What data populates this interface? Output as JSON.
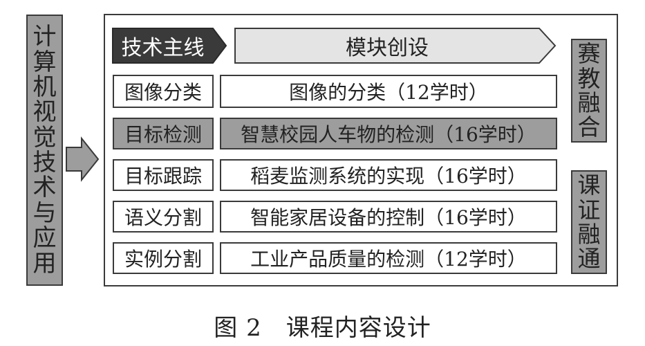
{
  "left_label": "计算机视觉技术与应用",
  "header": {
    "tech_line": "技术主线",
    "module": "模块创设"
  },
  "rows": [
    {
      "tech": "图像分类",
      "module": "图像的分类（12学时）",
      "highlight": false
    },
    {
      "tech": "目标检测",
      "module": "智慧校园人车物的检测（16学时）",
      "highlight": true
    },
    {
      "tech": "目标跟踪",
      "module": "稻麦监测系统的实现（16学时）",
      "highlight": false
    },
    {
      "tech": "语义分割",
      "module": "智能家居设备的控制（16学时）",
      "highlight": false
    },
    {
      "tech": "实例分割",
      "module": "工业产品质量的检测（12学时）",
      "highlight": false
    }
  ],
  "side": {
    "top": "赛教融合",
    "bottom": "课证融通"
  },
  "caption": "图 2　课程内容设计",
  "colors": {
    "dark": "#3a3a3a",
    "gray": "#9d9d9d",
    "light": "#e4e4e4"
  }
}
